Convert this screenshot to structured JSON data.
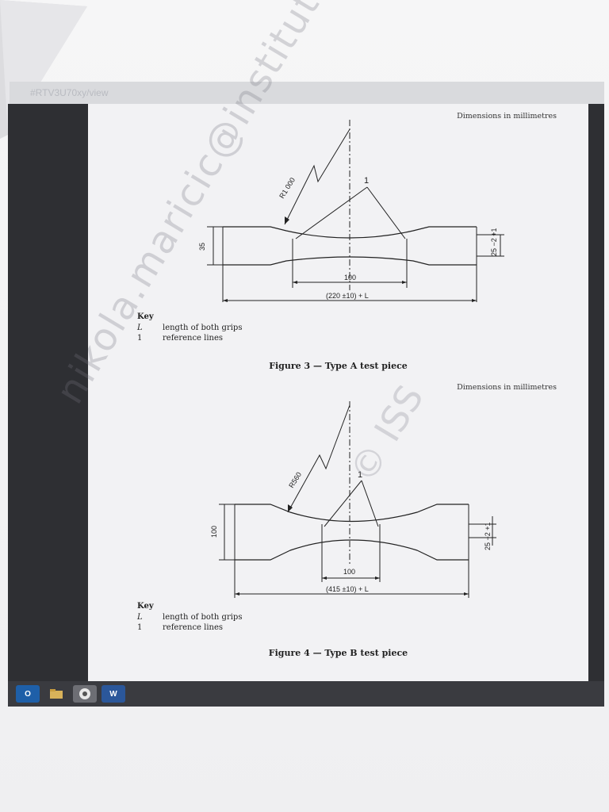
{
  "browser": {
    "url_fragment": "#RTV3U70xy/view"
  },
  "document": {
    "dims_label_1": "Dimensions in millimetres",
    "dims_label_2": "Dimensions in millimetres",
    "figure3": {
      "radius": "R1 000",
      "ref_marker": "1",
      "height_dim": "35",
      "width_dim": "25 −2 +1",
      "gauge_length": "100",
      "overall_length": "(220 ±10) + L",
      "caption": "Figure 3 — Type A test piece",
      "key": {
        "title": "Key",
        "items": [
          {
            "symbol": "L",
            "text": "length of both grips"
          },
          {
            "symbol": "1",
            "text": "reference lines"
          }
        ]
      }
    },
    "figure4": {
      "radius": "R560",
      "ref_marker": "1",
      "height_dim": "100",
      "width_dim": "25 −2 +1",
      "gauge_length": "100",
      "overall_length": "(415 ±10) + L",
      "caption": "Figure 4 — Type B test piece",
      "key": {
        "title": "Key",
        "items": [
          {
            "symbol": "L",
            "text": "length of both grips"
          },
          {
            "symbol": "1",
            "text": "reference lines"
          }
        ]
      }
    }
  },
  "watermark": {
    "line1": "nikola.maricic@institutims",
    "line2": "© ISS"
  },
  "taskbar": {
    "items": [
      {
        "icon": "outlook-icon",
        "label": "O"
      },
      {
        "icon": "folder-icon",
        "label": ""
      },
      {
        "icon": "browser-icon",
        "label": ""
      },
      {
        "icon": "word-icon",
        "label": "W"
      }
    ]
  }
}
